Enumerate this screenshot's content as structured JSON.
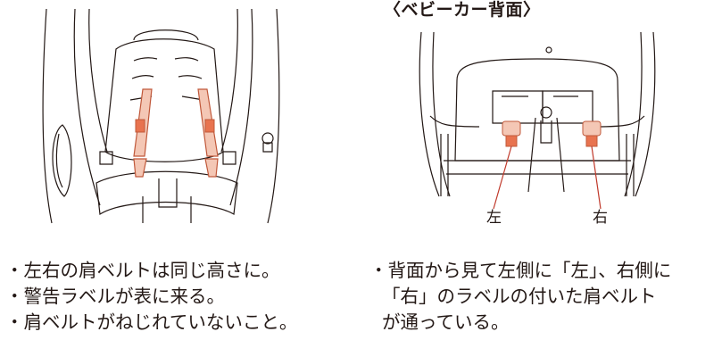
{
  "caption": {
    "stroller_back": "〈ベビーカー背面〉"
  },
  "labels": {
    "left": "左",
    "right": "右"
  },
  "notes_left": [
    "左右の肩ベルトは同じ高さに。",
    "警告ラベルが表に来る。",
    "肩ベルトがねじれていないこと。"
  ],
  "notes_right": {
    "line1": "背面から見て左側に「左」、右側に",
    "line2": "「右」のラベルの付いた肩ベルト",
    "line3": "が通っている。"
  },
  "colors": {
    "belt_fill": "#f4c7b5",
    "belt_stroke": "#c0583a",
    "label_fill": "#e8734f",
    "line": "#231815",
    "accent_line": "#c0392b"
  }
}
